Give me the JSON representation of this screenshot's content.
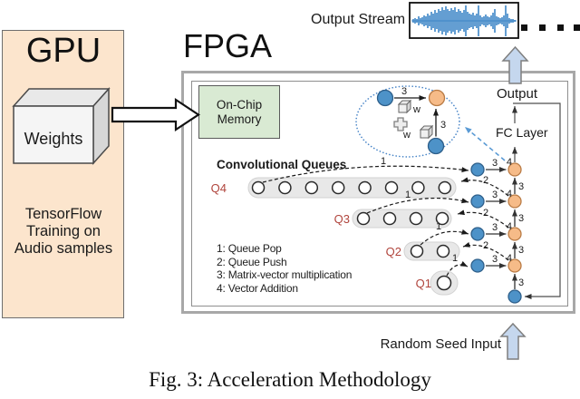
{
  "figure": {
    "caption": "Fig. 3: Acceleration Methodology"
  },
  "gpu": {
    "title": "GPU",
    "weights_label": "Weights",
    "description": [
      "TensorFlow",
      "Training on",
      "Audio samples"
    ]
  },
  "fpga": {
    "title": "FPGA",
    "onchip_memory": [
      "On-Chip",
      "Memory"
    ],
    "output_label": "Output",
    "fc_layer_label": "FC Layer",
    "conv_queues_title": "Convolutional Queues",
    "weight_symbol": "w",
    "steps": {
      "pop": "1",
      "push": "2",
      "mvm": "3",
      "add": "4"
    },
    "legend": [
      "1: Queue Pop",
      "2: Queue Push",
      "3: Matrix-vector multiplication",
      "4: Vector Addition"
    ],
    "queues": [
      {
        "label": "Q4",
        "slots": 8
      },
      {
        "label": "Q3",
        "slots": 4
      },
      {
        "label": "Q2",
        "slots": 2
      },
      {
        "label": "Q1",
        "slots": 1
      }
    ]
  },
  "io": {
    "output_stream_label": "Output Stream",
    "random_seed_label": "Random Seed Input"
  },
  "colors": {
    "gpu_fill": "#fce5cd",
    "onchip_fill": "#d9ead3",
    "queue_fill": "#e8e8e8",
    "blue_node": "#4d92c8",
    "orange_node": "#f6bb88",
    "waveform_blue": "#3d85c6",
    "io_arrow_fill": "#c5d7ee",
    "queue_label_red": "#b0443c",
    "inset_dotted_blue": "#4a86c8"
  },
  "waveform_envelope": [
    2,
    3,
    2,
    5,
    3,
    4,
    6,
    5,
    8,
    6,
    10,
    8,
    12,
    9,
    13,
    11,
    15,
    12,
    16,
    13,
    11,
    14,
    12,
    15,
    10,
    13,
    11,
    9,
    12,
    17,
    10,
    8,
    7,
    9,
    6,
    8,
    17,
    6,
    4,
    5,
    7,
    5,
    4,
    6,
    9,
    13,
    5,
    4,
    3,
    4,
    6,
    17,
    8,
    3,
    2,
    2,
    1
  ]
}
